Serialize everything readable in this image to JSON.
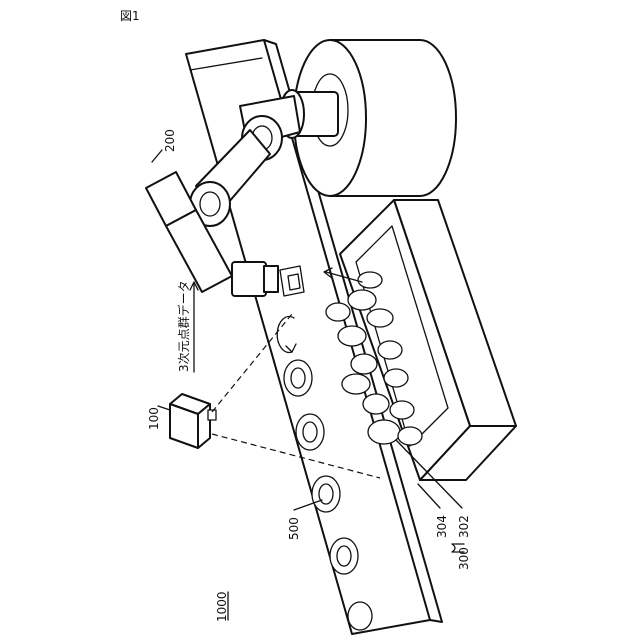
{
  "figure_label": "図1",
  "labels": {
    "system": "1000",
    "camera": "100",
    "robot": "200",
    "container": "300",
    "workpiece_a": "302",
    "workpiece_b": "304",
    "conveyor": "500",
    "data_flow": "3次元点群データ"
  }
}
